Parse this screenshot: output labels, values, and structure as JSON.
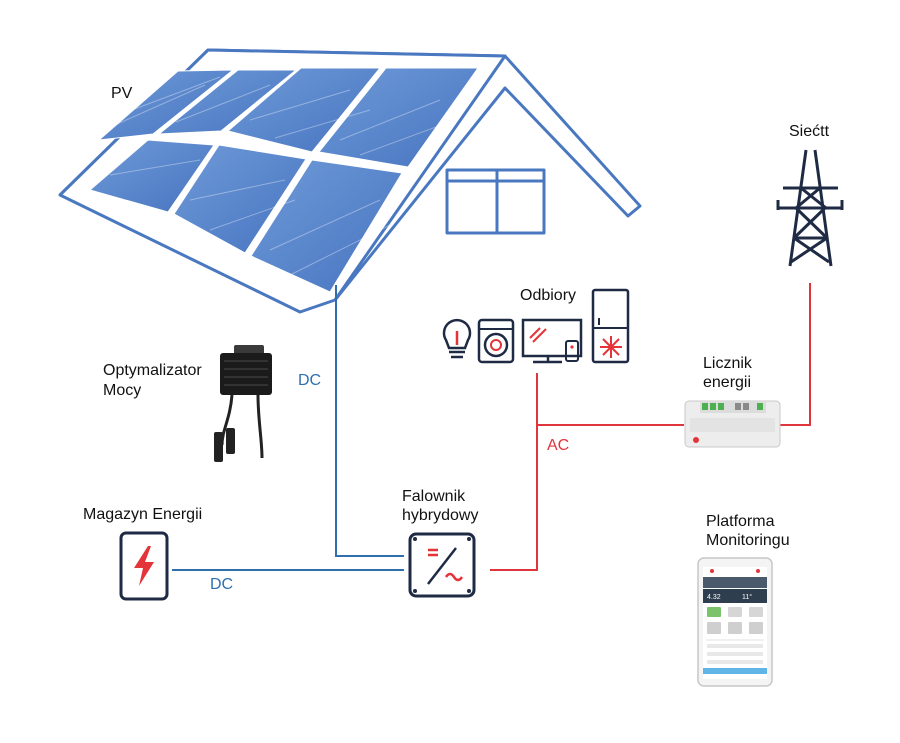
{
  "colors": {
    "dc": "#2f6fb0",
    "ac": "#e0353c",
    "panel": "#5b86cf",
    "house": "#4a78c0",
    "tower": "#1f2b44",
    "accent_red": "#e5333a"
  },
  "labels": {
    "pv": "PV",
    "grid": "Siećtt",
    "loads": "Odbiory",
    "optimizer_line1": "Optymalizator",
    "optimizer_line2": "Mocy",
    "meter_line1": "Licznik",
    "meter_line2": "energii",
    "storage": "Magazyn Energii",
    "inverter_line1": "Falownik",
    "inverter_line2": "hybrydowy",
    "platform_line1": "Platforma",
    "platform_line2": "Monitoringu"
  },
  "connections": {
    "dc_top": "DC",
    "dc_bottom": "DC",
    "ac": "AC"
  },
  "icons": [
    "solar-panel-icon",
    "house-icon",
    "power-tower-icon",
    "light-bulb-icon",
    "washing-machine-icon",
    "tv-icon",
    "fridge-icon",
    "optimizer-icon",
    "energy-meter-icon",
    "battery-icon",
    "inverter-icon",
    "phone-app-icon"
  ]
}
